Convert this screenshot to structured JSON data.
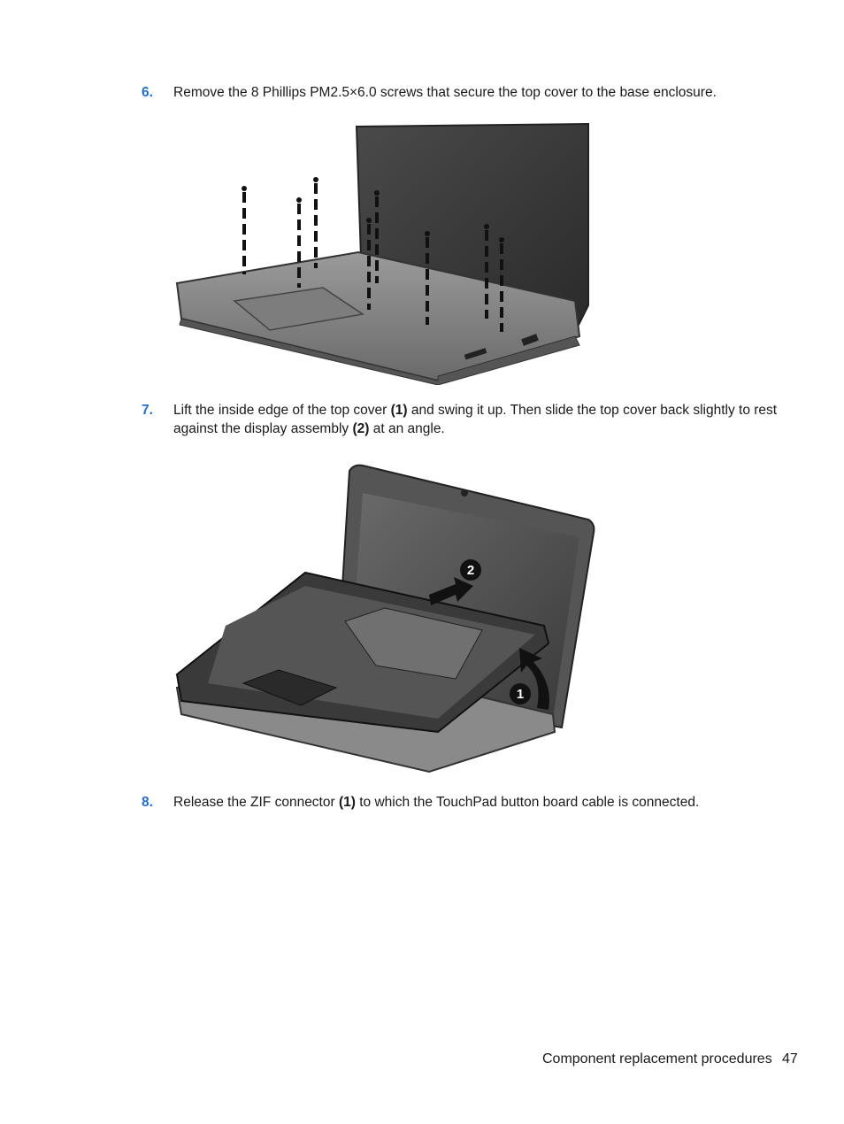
{
  "steps": [
    {
      "number": "6.",
      "text": "Remove the 8 Phillips PM2.5×6.0 screws  that secure the top cover to the base enclosure."
    },
    {
      "number": "7.",
      "text_parts": [
        "Lift the inside edge of the top cover ",
        "(1)",
        " and swing it up. Then slide the top cover back slightly to rest against the display assembly ",
        "(2)",
        " at an angle."
      ]
    },
    {
      "number": "8.",
      "text_parts": [
        "Release the ZIF connector ",
        "(1)",
        " to which the TouchPad button board cable is connected."
      ]
    }
  ],
  "figure2_callouts": [
    "1",
    "2"
  ],
  "footer": {
    "section": "Component replacement procedures",
    "page": "47"
  },
  "colors": {
    "step_number": "#1e6fd9",
    "text": "#1a1a1a",
    "callout_bg": "#111111"
  }
}
